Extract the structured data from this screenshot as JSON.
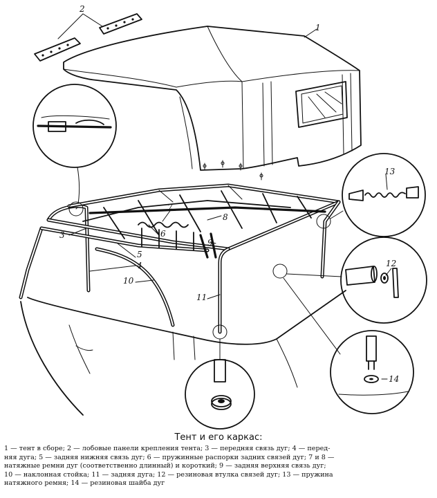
{
  "figure": {
    "callouts": [
      "1",
      "2",
      "3",
      "4",
      "5",
      "6",
      "7",
      "8",
      "9",
      "10",
      "11",
      "12",
      "13",
      "14"
    ]
  },
  "caption": {
    "title": "Тент и его каркас:",
    "lines": [
      "1 — тент в сборе; 2 — лобовые панели крепления тента; 3 — передняя связь дуг; 4 — перед-",
      "няя дуга; 5 — задняя нижняя связь дуг; 6 — пружинные распорки задних связей дуг; 7 и 8 —",
      "натяжные ремни дуг (соответственно длинный) и короткий; 9 — задняя верхняя связь дуг;",
      "10 — наклонная стойка; 11 — задняя дуга; 12 — резиновая втулка связей дуг; 13 — пружина",
      "натяжного ремня; 14 — резиновая шайба дуг"
    ]
  }
}
